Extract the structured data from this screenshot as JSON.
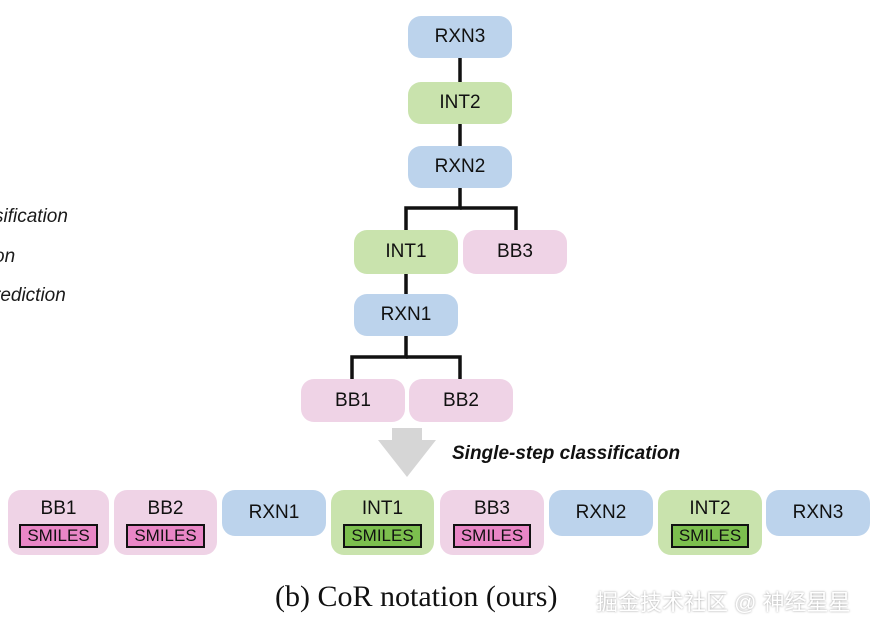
{
  "left_labels": [
    "sification",
    "on",
    "rediction"
  ],
  "tree": {
    "rxn3": "RXN3",
    "int2": "INT2",
    "rxn2": "RXN2",
    "int1": "INT1",
    "bb3": "BB3",
    "rxn1": "RXN1",
    "bb1": "BB1",
    "bb2": "BB2"
  },
  "arrow_caption": "Single-step classification",
  "sequence": [
    {
      "label": "BB1",
      "kind": "bb",
      "smiles": "SMILES"
    },
    {
      "label": "BB2",
      "kind": "bb",
      "smiles": "SMILES"
    },
    {
      "label": "RXN1",
      "kind": "rxn"
    },
    {
      "label": "INT1",
      "kind": "int",
      "smiles": "SMILES"
    },
    {
      "label": "BB3",
      "kind": "bb",
      "smiles": "SMILES"
    },
    {
      "label": "RXN2",
      "kind": "rxn"
    },
    {
      "label": "INT2",
      "kind": "int",
      "smiles": "SMILES"
    },
    {
      "label": "RXN3",
      "kind": "rxn"
    }
  ],
  "caption": "(b) CoR notation (ours)",
  "watermark": "掘金技术社区 @ 神经星星",
  "colors": {
    "rxn": "#bcd3ec",
    "int": "#c9e3ad",
    "bb": "#efd3e6",
    "bb_smiles": "#e986c6",
    "int_smiles": "#7cbf4e"
  }
}
